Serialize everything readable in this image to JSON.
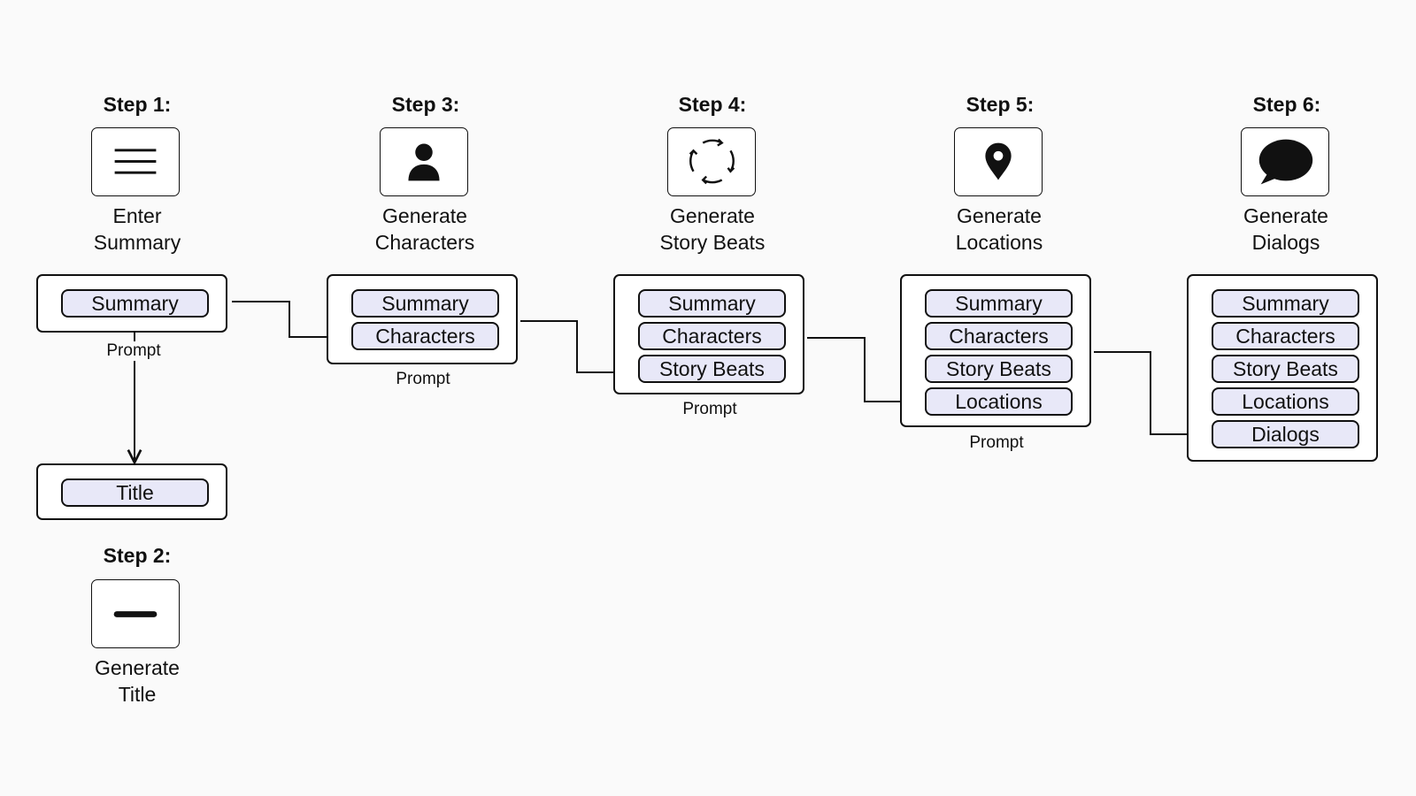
{
  "steps": [
    {
      "title": "Step 1:",
      "line1": "Enter",
      "line2": "Summary",
      "icon": "menu-lines-icon",
      "prompt_label": "Prompt",
      "fields": [
        "Summary"
      ]
    },
    {
      "title": "Step 2:",
      "line1": "Generate",
      "line2": "Title",
      "icon": "dash-icon",
      "fields": [
        "Title"
      ]
    },
    {
      "title": "Step 3:",
      "line1": "Generate",
      "line2": "Characters",
      "icon": "person-icon",
      "prompt_label": "Prompt",
      "fields": [
        "Summary",
        "Characters"
      ]
    },
    {
      "title": "Step 4:",
      "line1": "Generate",
      "line2": "Story Beats",
      "icon": "refresh-cycle-icon",
      "prompt_label": "Prompt",
      "fields": [
        "Summary",
        "Characters",
        "Story Beats"
      ]
    },
    {
      "title": "Step 5:",
      "line1": "Generate",
      "line2": "Locations",
      "icon": "map-pin-icon",
      "prompt_label": "Prompt",
      "fields": [
        "Summary",
        "Characters",
        "Story Beats",
        "Locations"
      ]
    },
    {
      "title": "Step 6:",
      "line1": "Generate",
      "line2": "Dialogs",
      "icon": "speech-bubble-icon",
      "fields": [
        "Summary",
        "Characters",
        "Story Beats",
        "Locations",
        "Dialogs"
      ]
    }
  ]
}
